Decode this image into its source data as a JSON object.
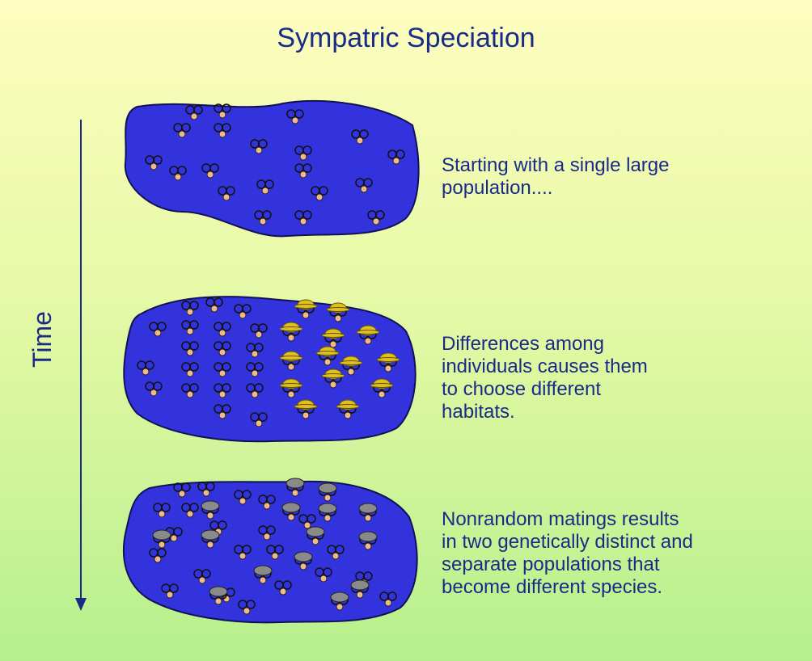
{
  "title": "Sympatric Speciation",
  "time_label": "Time",
  "stages": [
    {
      "caption_lines": [
        "Starting with a single large",
        "population...."
      ],
      "kinds": [
        "plain"
      ]
    },
    {
      "caption_lines": [
        "Differences among",
        "individuals causes them",
        "to choose different",
        "habitats."
      ],
      "kinds": [
        "plain",
        "yellow-hat"
      ]
    },
    {
      "caption_lines": [
        "Nonrandom matings results",
        "in two genetically distinct and",
        "separate populations that",
        "become different species."
      ],
      "kinds": [
        "plain",
        "gray-hat"
      ]
    }
  ],
  "colors": {
    "title": "#1a2a88",
    "habitat_fill": "#3333dd",
    "habitat_stroke": "#111155",
    "yellow_hat": "#e0c020",
    "gray_hat": "#8a8a8a",
    "creature_face": "#f0b890"
  }
}
